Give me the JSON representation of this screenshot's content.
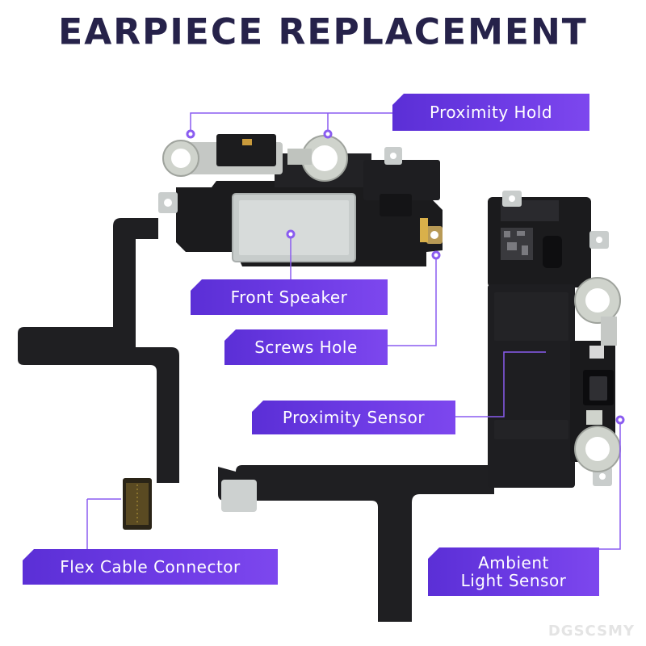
{
  "title": "EARPIECE REPLACEMENT",
  "labels": {
    "proximity_hold": "Proximity Hold",
    "front_speaker": "Front Speaker",
    "screws_hole": "Screws Hole",
    "proximity_sensor": "Proximity Sensor",
    "flex_cable_connector": "Flex Cable Connector",
    "ambient_light_sensor_line1": "Ambient",
    "ambient_light_sensor_line2": "Light Sensor"
  },
  "watermark": "DGSCSMY",
  "colors": {
    "title": "#26224a",
    "label_bg": "#6a38e4",
    "leader_line": "#8a5cf0",
    "part_black": "#1c1c1e",
    "metal": "#c9cdcc"
  }
}
